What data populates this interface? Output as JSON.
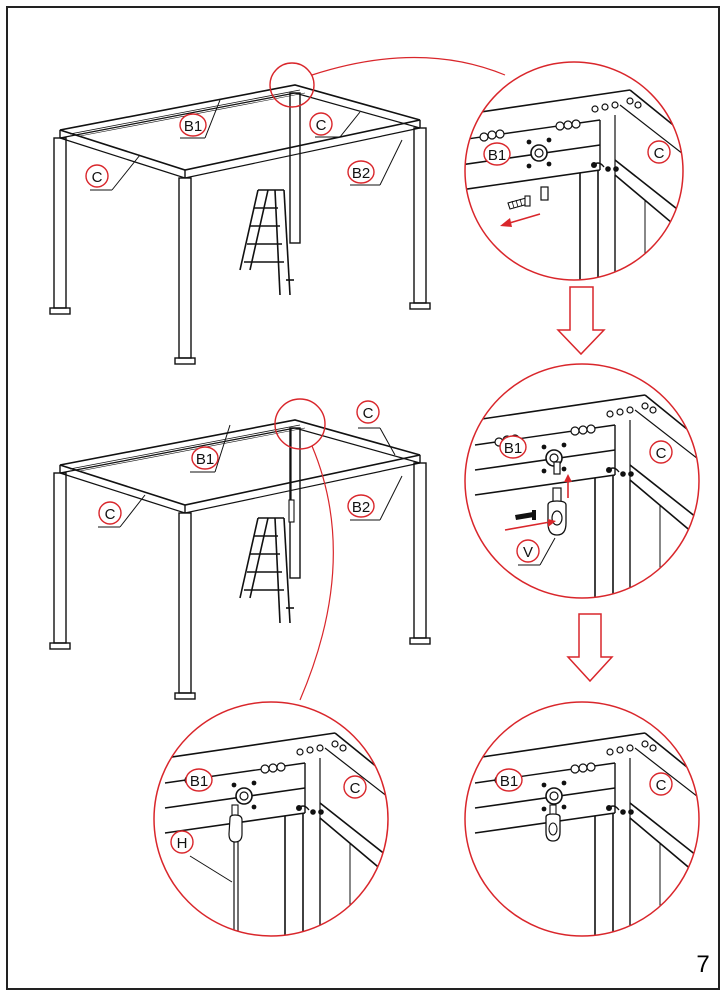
{
  "labels": {
    "b1": "B1",
    "b2": "B2",
    "c": "C",
    "v": "V",
    "h": "H"
  },
  "page_number": "7",
  "colors": {
    "accent": "#d9262b",
    "line": "#111111",
    "frame": "#222222"
  }
}
